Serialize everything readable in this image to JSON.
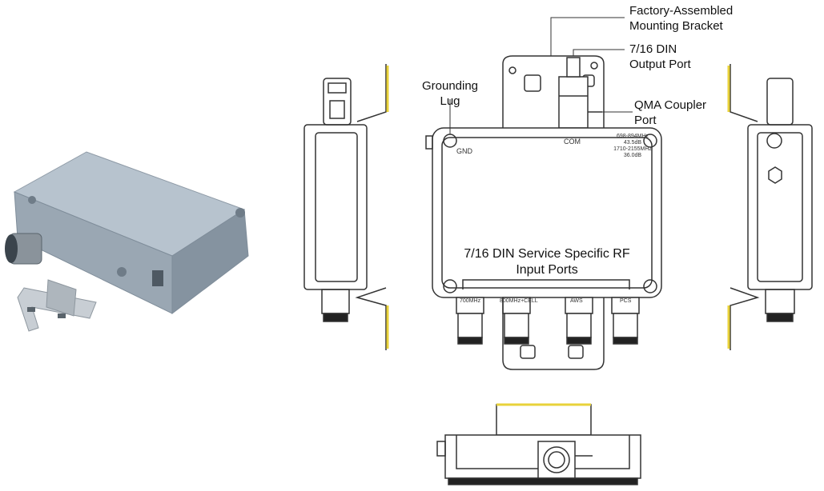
{
  "callouts": {
    "bracket_line1": "Factory-Assembled",
    "bracket_line2": "Mounting Bracket",
    "output_line1": "7/16 DIN",
    "output_line2": "Output Port",
    "grounding_line1": "Grounding",
    "grounding_line2": "Lug",
    "qma_line1": "QMA Coupler",
    "qma_line2": "Port",
    "input_line1": "7/16 DIN Service Specific RF",
    "input_line2": "Input Ports"
  },
  "housing_labels": {
    "gnd": "GND",
    "com": "COM",
    "spec1": "698-894MHz",
    "spec2": "43.5dB",
    "spec3": "1710-2155MHz",
    "spec4": "36.0dB",
    "port_700": "700MHz",
    "port_800": "800MHz+CELL",
    "port_aws": "AWS",
    "port_pcs": "PCS"
  },
  "colors": {
    "line": "#333333",
    "bracket_accent": "#e8d23a",
    "photo_body": "#a9b6c2",
    "photo_shadow": "#7f8d9a"
  }
}
